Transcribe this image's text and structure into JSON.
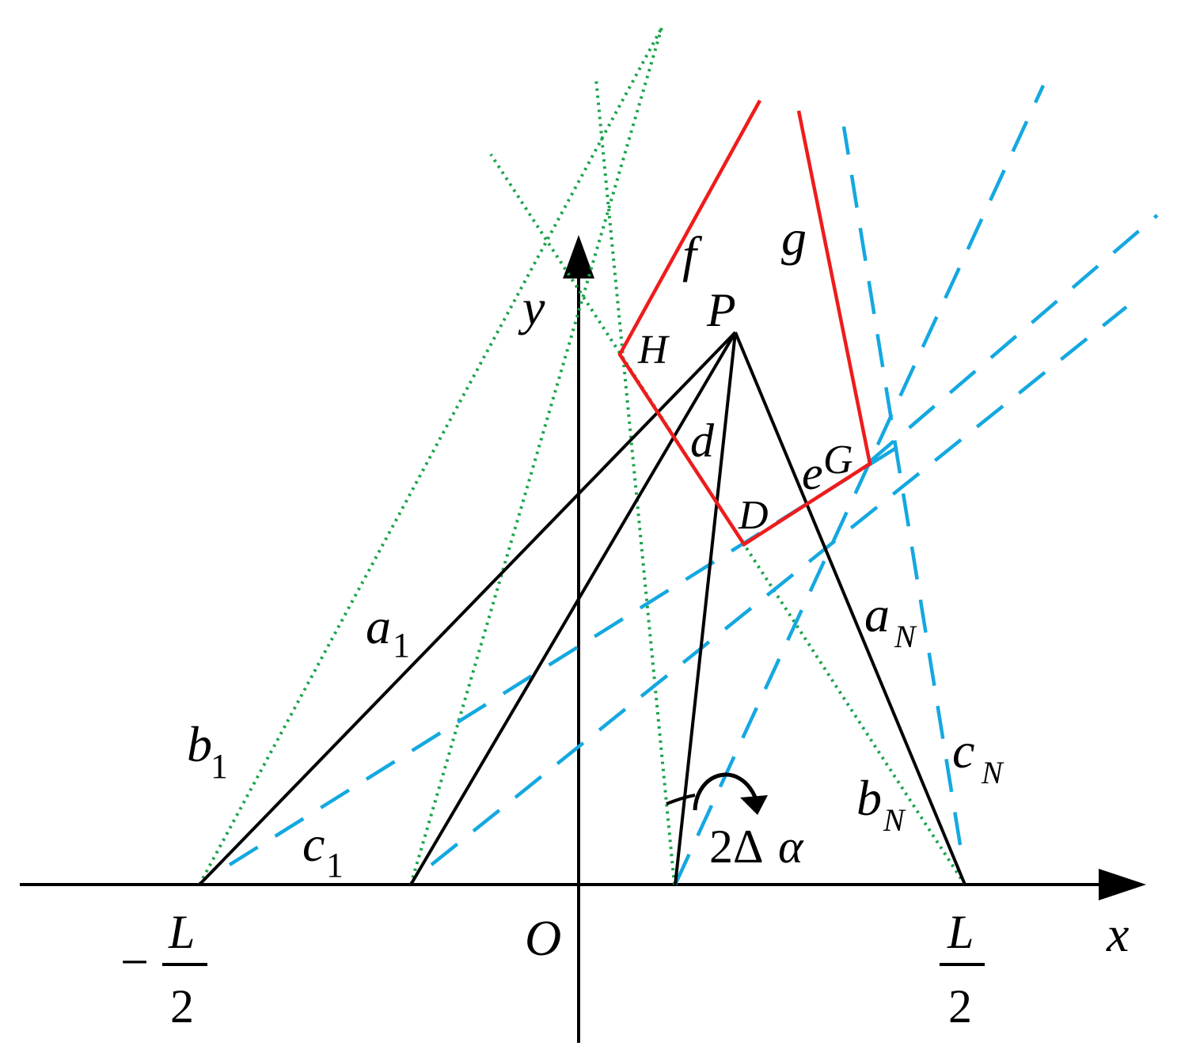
{
  "axes": {
    "x_label": "x",
    "y_label": "y",
    "origin_label": "O",
    "left_tick": {
      "sign": "−",
      "numerator": "L",
      "denominator": "2"
    },
    "right_tick": {
      "numerator": "L",
      "denominator": "2"
    }
  },
  "points": {
    "P": "P",
    "H": "H",
    "D": "D",
    "G": "G"
  },
  "line_labels": {
    "a1": {
      "base": "a",
      "sub": "1"
    },
    "b1": {
      "base": "b",
      "sub": "1"
    },
    "c1": {
      "base": "c",
      "sub": "1"
    },
    "aN": {
      "base": "a",
      "sub": "N"
    },
    "bN": {
      "base": "b",
      "sub": "N"
    },
    "cN": {
      "base": "c",
      "sub": "N"
    },
    "d": "d",
    "e": "e",
    "f": "f",
    "g": "g"
  },
  "angle_label": {
    "prefix": "2Δ",
    "symbol": "α"
  },
  "colors": {
    "axes_and_rays": "#000000",
    "green_dotted": "#1aa34a",
    "blue_dashed": "#14a8e0",
    "red_boundary": "#ee1c1c"
  }
}
